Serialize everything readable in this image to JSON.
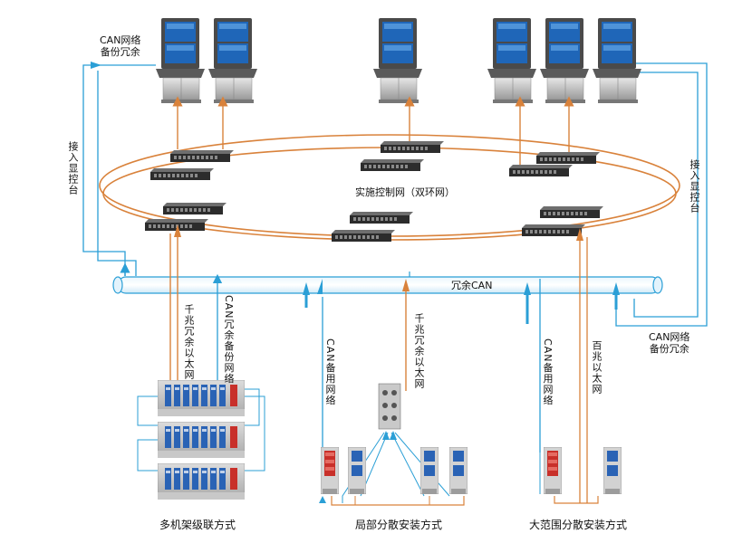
{
  "labels": {
    "can_backup_top_line1": "CAN网络",
    "can_backup_top_line2": "备份冗余",
    "access_console_left": "接入显控台",
    "access_console_right": "接入显控台",
    "ring_network": "实施控制网（双环网）",
    "redundant_can": "冗余CAN",
    "can_backup_bottom_line1": "CAN网络",
    "can_backup_bottom_line2": "备份冗余",
    "gigabit_eth_1": "千兆冗余以太网",
    "can_redundant_backup": "CAN冗余备份网络",
    "can_standby_1": "CAN备用网络",
    "gigabit_eth_2": "千兆冗余以太网",
    "can_standby_2": "CAN备用网络",
    "hundred_mbps_eth": "百兆以太网"
  },
  "captions": {
    "multi_rack": "多机架级联方式",
    "local_distributed": "局部分散安装方式",
    "wide_distributed": "大范围分散安装方式"
  },
  "colors": {
    "ethernet": "#d9823b",
    "can": "#2b9fd6",
    "console_screen": "#1f66b8",
    "module_red": "#c8302a",
    "module_blue": "#2a63b5"
  }
}
